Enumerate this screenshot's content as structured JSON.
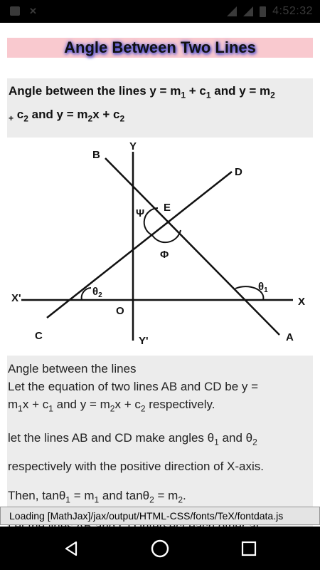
{
  "status_bar": {
    "time": "4:52:32"
  },
  "title": "Angle Between Two Lines",
  "heading": {
    "prefix": "Angle between the lines y = m",
    "sub1": "1",
    "mid1": " + c",
    "sub2": "1",
    "mid2": " and y = m",
    "sub3": "2",
    "plus": "+",
    "c2": " c",
    "sub4": "2",
    "mid3": " and y = m",
    "sub5": "2",
    "mid4": "x + c",
    "sub6": "2"
  },
  "diagram": {
    "labels": {
      "B": "B",
      "Y": "Y",
      "D": "D",
      "E": "E",
      "psi": "Ψ",
      "phi": "Φ",
      "X_neg": "X'",
      "theta2": "θ",
      "theta2_sub": "2",
      "O": "O",
      "theta1": "θ",
      "theta1_sub": "1",
      "X": "X",
      "C": "C",
      "Y_neg": "Y'",
      "A": "A"
    }
  },
  "content": {
    "subheading": "Angle between the lines",
    "p1_a": "Let the equation of two lines AB and CD be y =",
    "p1_b_m": "m",
    "p1_b_s1": "1",
    "p1_b_x": "x + c",
    "p1_b_s2": "1",
    "p1_b_and": " and y = m",
    "p1_b_s3": "2",
    "p1_b_x2": "x + c",
    "p1_b_s4": "2",
    "p1_b_end": " respectively.",
    "p2_a": "let the lines AB and CD make angles θ",
    "p2_s1": "1",
    "p2_and": " and θ",
    "p2_s2": "2",
    "p2_b": "respectively with the positive direction of X-axis.",
    "p3_a": "Then, tanθ",
    "p3_s1": "1",
    "p3_b": " = m",
    "p3_s2": "1",
    "p3_c": " and tanθ",
    "p3_s3": "2",
    "p3_d": " = m",
    "p3_s4": "2",
    "p3_e": ".",
    "p4": "Let the lines AB and CD intersect each other at"
  },
  "loading": "Loading [MathJax]/jax/output/HTML-CSS/fonts/TeX/fontdata.js"
}
